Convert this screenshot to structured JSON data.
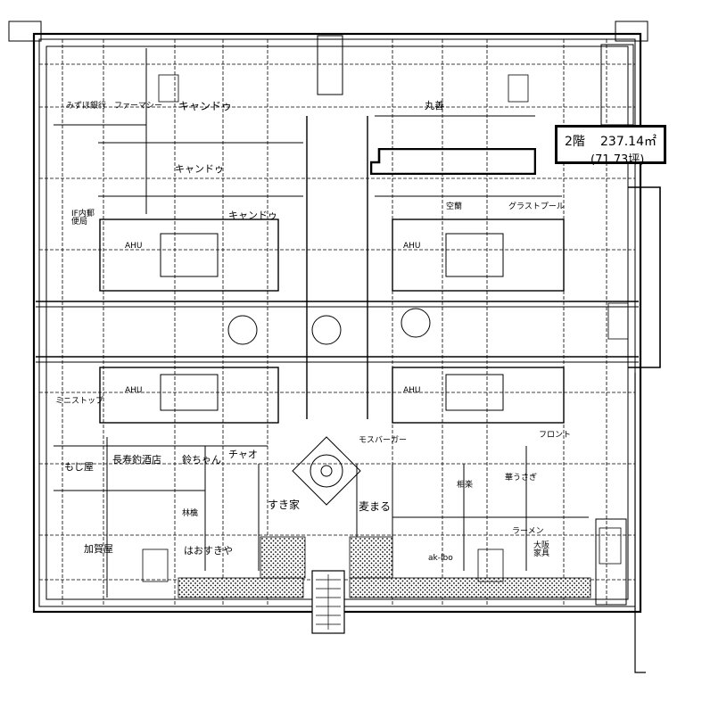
{
  "floor": {
    "label": "2階",
    "area_m2": "237.14㎡",
    "area_tsubo": "(71.73坪)"
  },
  "labels": {
    "mizuho": "みずほ銀行",
    "pharmacy": "ファーマシー",
    "candou_1": "キャンドゥ",
    "candou_2": "キャンドゥ",
    "candou_3": "キャンドゥ",
    "maruzen": "丸善",
    "post": "IF内郵便局",
    "grass_pool": "グラストプール",
    "yokoyama": "ミニストップ",
    "mogitei": "もじ屋",
    "nagasaki": "長寿釣酒店",
    "bunchan": "鈴ちゃん",
    "chao": "チャオ",
    "mos": "モスバーガー",
    "front": "フロント",
    "kagaya": "加賀屋",
    "oosuya": "はおすきや",
    "sukiya": "すき家",
    "mugimaru": "麦まる",
    "ringo": "林檎",
    "ramen": "ラーメン",
    "osaka": "大阪家具",
    "hanasaki": "華うさぎ",
    "akiba": "ak-lbo",
    "aiso": "相楽",
    "sapporo": "空蘭",
    "ahu": "AHU"
  }
}
